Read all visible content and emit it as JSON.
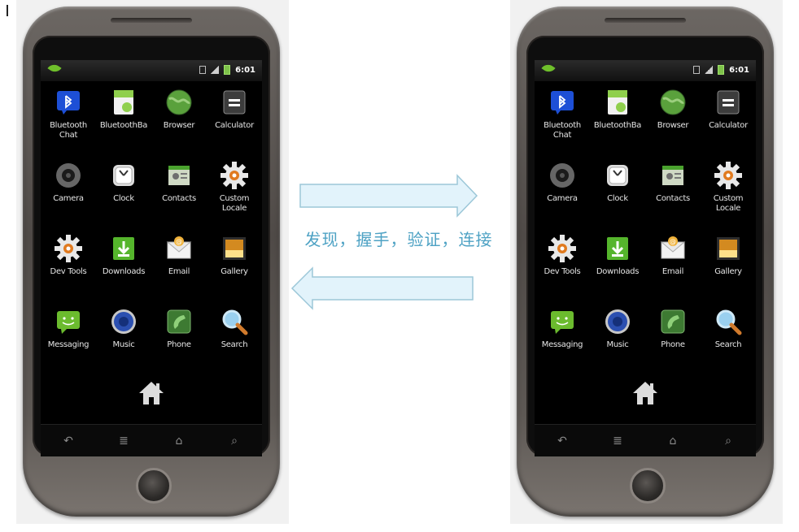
{
  "caption": "发现，握手，验证，连接",
  "phones": [
    {
      "id": "left",
      "time": "6:01",
      "apps": [
        {
          "label": "Bluetooth\nChat",
          "icon": "bluetooth-chat-icon",
          "color": "#1d4fd6"
        },
        {
          "label": "BluetoothBa",
          "icon": "bluetooth-ba-icon",
          "color": "#8fcf4d"
        },
        {
          "label": "Browser",
          "icon": "browser-globe-icon",
          "color": "#5aa13c"
        },
        {
          "label": "Calculator",
          "icon": "calculator-icon",
          "color": "#3c3c3c"
        },
        {
          "label": "Camera",
          "icon": "camera-icon",
          "color": "#666666"
        },
        {
          "label": "Clock",
          "icon": "clock-icon",
          "color": "#dddddd"
        },
        {
          "label": "Contacts",
          "icon": "contacts-icon",
          "color": "#cfd9c4"
        },
        {
          "label": "Custom\nLocale",
          "icon": "custom-locale-gear-icon",
          "color": "#e8e8e8"
        },
        {
          "label": "Dev Tools",
          "icon": "dev-tools-gear-icon",
          "color": "#e8e8e8"
        },
        {
          "label": "Downloads",
          "icon": "downloads-icon",
          "color": "#55b52c"
        },
        {
          "label": "Email",
          "icon": "email-icon",
          "color": "#f3f3f3"
        },
        {
          "label": "Gallery",
          "icon": "gallery-icon",
          "color": "#d38a20"
        },
        {
          "label": "Messaging",
          "icon": "messaging-icon",
          "color": "#6bbb2e"
        },
        {
          "label": "Music",
          "icon": "music-speaker-icon",
          "color": "#2b4fb0"
        },
        {
          "label": "Phone",
          "icon": "phone-icon",
          "color": "#3d7a32"
        },
        {
          "label": "Search",
          "icon": "search-icon",
          "color": "#9ad0ef"
        }
      ]
    },
    {
      "id": "right",
      "time": "6:01",
      "apps": [
        {
          "label": "Bluetooth\nChat",
          "icon": "bluetooth-chat-icon",
          "color": "#1d4fd6"
        },
        {
          "label": "BluetoothBa",
          "icon": "bluetooth-ba-icon",
          "color": "#8fcf4d"
        },
        {
          "label": "Browser",
          "icon": "browser-globe-icon",
          "color": "#5aa13c"
        },
        {
          "label": "Calculator",
          "icon": "calculator-icon",
          "color": "#3c3c3c"
        },
        {
          "label": "Camera",
          "icon": "camera-icon",
          "color": "#666666"
        },
        {
          "label": "Clock",
          "icon": "clock-icon",
          "color": "#dddddd"
        },
        {
          "label": "Contacts",
          "icon": "contacts-icon",
          "color": "#cfd9c4"
        },
        {
          "label": "Custom\nLocale",
          "icon": "custom-locale-gear-icon",
          "color": "#e8e8e8"
        },
        {
          "label": "Dev Tools",
          "icon": "dev-tools-gear-icon",
          "color": "#e8e8e8"
        },
        {
          "label": "Downloads",
          "icon": "downloads-icon",
          "color": "#55b52c"
        },
        {
          "label": "Email",
          "icon": "email-icon",
          "color": "#f3f3f3"
        },
        {
          "label": "Gallery",
          "icon": "gallery-icon",
          "color": "#d38a20"
        },
        {
          "label": "Messaging",
          "icon": "messaging-icon",
          "color": "#6bbb2e"
        },
        {
          "label": "Music",
          "icon": "music-speaker-icon",
          "color": "#2b4fb0"
        },
        {
          "label": "Phone",
          "icon": "phone-icon",
          "color": "#3d7a32"
        },
        {
          "label": "Search",
          "icon": "search-icon",
          "color": "#9ad0ef"
        }
      ]
    }
  ],
  "colors": {
    "arrow_fill": "#e2f3fb",
    "arrow_stroke": "#9cc7d8",
    "caption": "#4ea2c4"
  }
}
